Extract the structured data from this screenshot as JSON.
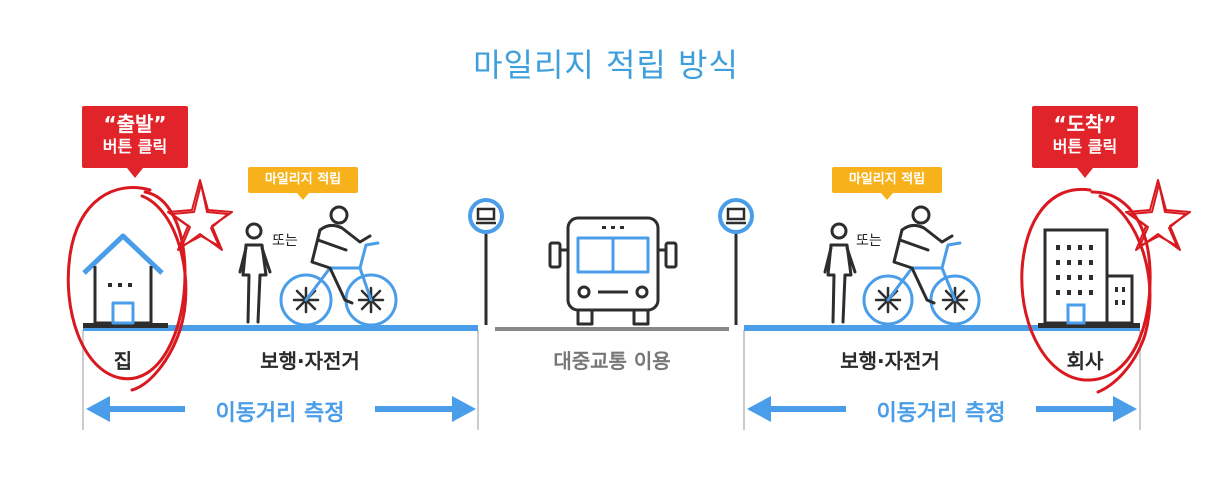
{
  "title": "마일리지 적립 방식",
  "left": {
    "callout_line1": "“출발”",
    "callout_line2": "버튼 클릭",
    "mileage_tag": "마일리지 적립",
    "or_text": "또는",
    "home_label": "집",
    "walk_bike_label": "보행·자전거",
    "measure_label": "이동거리 측정"
  },
  "middle": {
    "transit_label": "대중교통 이용"
  },
  "right": {
    "callout_line1": "“도착”",
    "callout_line2": "버튼 클릭",
    "mileage_tag": "마일리지 적립",
    "or_text": "또는",
    "walk_bike_label": "보행·자전거",
    "office_label": "회사",
    "measure_label": "이동거리 측정"
  },
  "colors": {
    "title": "#3f9fdc",
    "callout": "#e0242a",
    "tag": "#f7b21b",
    "road_blue": "#4a9de8",
    "road_gray": "#888888",
    "icon_dark": "#2d2d2d"
  },
  "icons": [
    "house-icon",
    "pedestrian-icon",
    "cyclist-icon",
    "bus-stop-icon",
    "bus-icon",
    "office-building-icon",
    "star-doodle-icon",
    "circle-doodle-icon",
    "arrow-left-icon",
    "arrow-right-icon"
  ]
}
